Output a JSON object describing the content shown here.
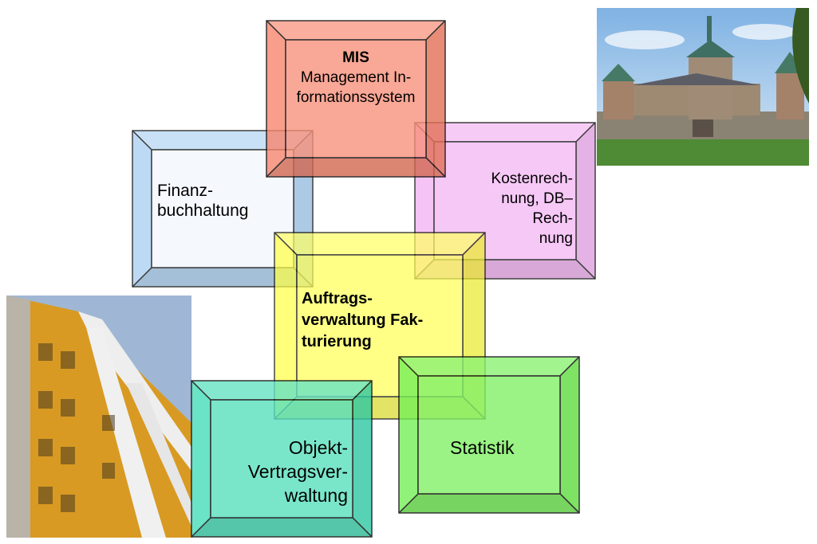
{
  "photos": {
    "castle": {
      "description_icon": "castle-photo"
    },
    "building": {
      "description_icon": "building-photo"
    }
  },
  "boxes": {
    "mis": {
      "title": "MIS",
      "lines": [
        "Management In-",
        "formationssystem"
      ],
      "color": "#f77a5f"
    },
    "finanz": {
      "lines": [
        "Finanz-",
        "buchhaltung"
      ],
      "color": "#9ec9f0"
    },
    "kosten": {
      "lines": [
        "Kostenrech-",
        "nung, DB–",
        "Rech-",
        "nung"
      ],
      "color": "#f0a6f0"
    },
    "auftrag": {
      "lines": [
        "Auftrags-",
        "verwaltung Fak-",
        "turierung"
      ],
      "color": "#ffff33"
    },
    "objekt": {
      "lines": [
        "Objekt-",
        "Vertragsver-",
        "waltung"
      ],
      "color": "#33d9b0"
    },
    "statistik": {
      "lines": [
        "Statistik"
      ],
      "color": "#66ee44"
    }
  }
}
